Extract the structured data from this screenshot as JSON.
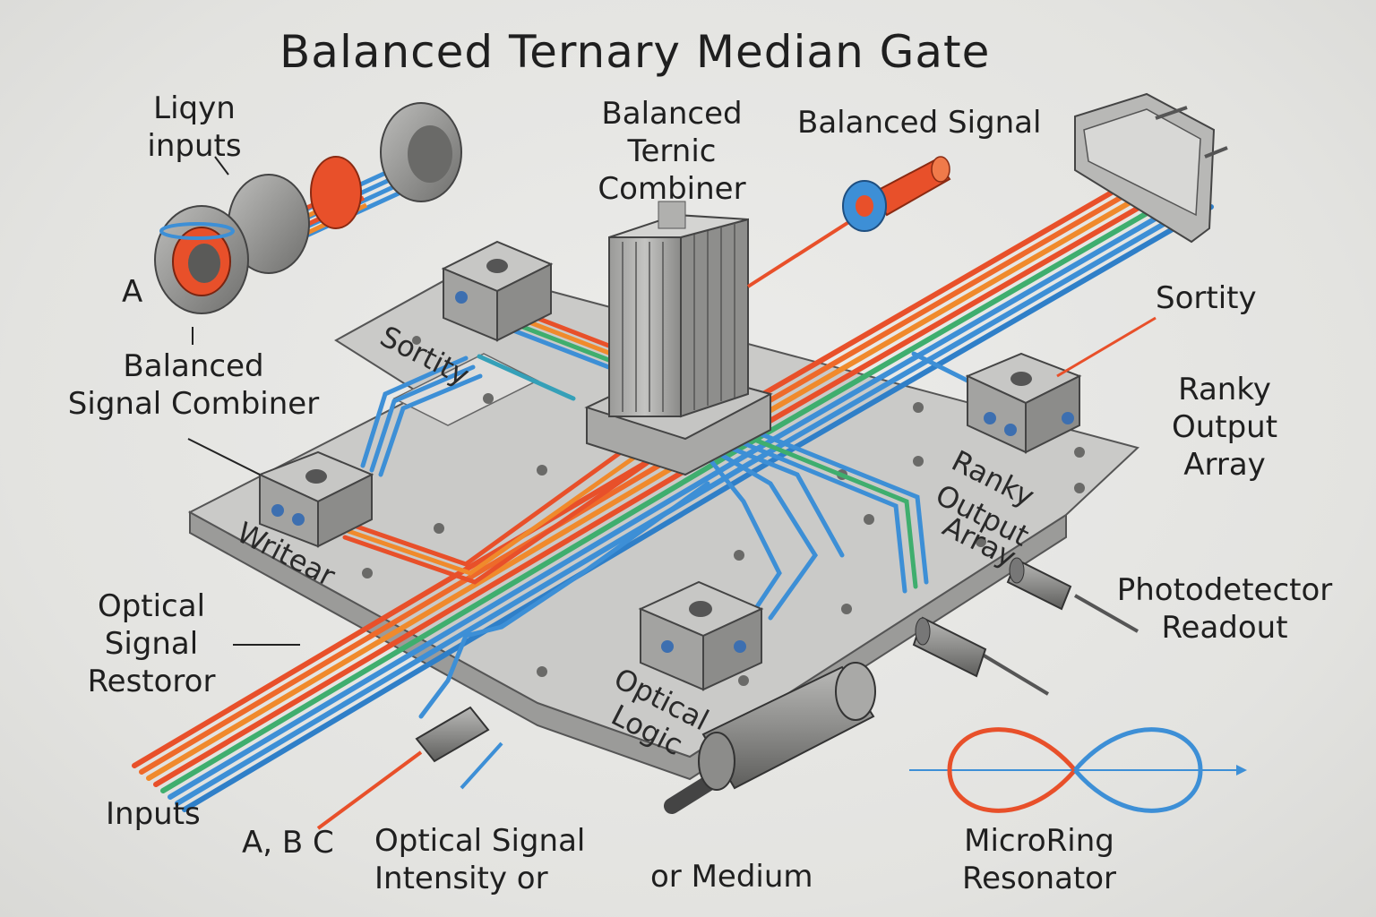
{
  "title": "Balanced Ternary Median Gate",
  "labels": {
    "liqyn_inputs": [
      "Liqyn",
      "inputs"
    ],
    "a": "A",
    "balanced_signal_combiner": [
      "Balanced",
      "Signal Combiner"
    ],
    "balanced_ternic_combiner": [
      "Balanced",
      "Ternic",
      "Combiner"
    ],
    "balanced_signal": "Balanced Signal",
    "sortity_right": "Sortity",
    "ranky_output_array_right": [
      "Ranky",
      "Output",
      "Array"
    ],
    "photodetector_readout": [
      "Photodetector",
      "Readout"
    ],
    "optical_signal_restoror": [
      "Optical",
      "Signal",
      "Restoror"
    ],
    "inputs": "Inputs",
    "abc": "A, B  C",
    "optical_signal_intensity": [
      "Optical Signal",
      "Intensity or"
    ],
    "or_medium": "or Medium",
    "microring_resonator": [
      "MicroRing",
      "Resonator"
    ]
  },
  "plate_labels": {
    "sortity": "Sortity",
    "writear": "Writear",
    "optical_logic": [
      "Optical",
      "Logic"
    ],
    "ranky_output_array": [
      "Ranky",
      "Output",
      "Array"
    ]
  },
  "colors": {
    "red": "#e8502a",
    "orange": "#f08a2c",
    "green": "#3fae6e",
    "blue": "#3d8fd6",
    "plate": "#c9c9c7",
    "plate_side": "#9b9b99",
    "block": "#b5b5b3"
  }
}
